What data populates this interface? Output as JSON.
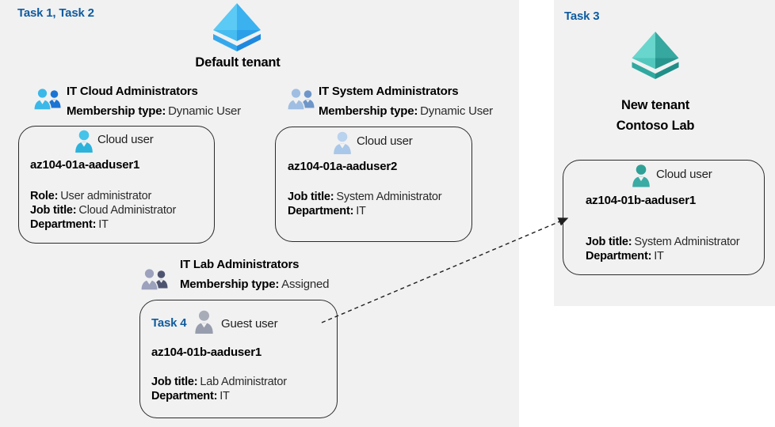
{
  "page": {
    "description": "Azure AD lab diagram with default tenant, groups, users and a new tenant",
    "colors": {
      "panel-bg": "#f1f1f2",
      "task-blue": "#0f5b9e",
      "card-border": "#2b2b2b",
      "pyr-blue-ul": "#5bcaf4",
      "pyr-blue-ur": "#3bb1ef",
      "pyr-blue-ll": "#46bcf0",
      "pyr-blue-lr": "#2b9fe8",
      "pyr-blue-band-l": "#35a8ec",
      "pyr-blue-band-r": "#1e88de",
      "pyr-teal-ul": "#68d6cc",
      "pyr-teal-ur": "#36a8a0",
      "pyr-teal-ll": "#52c7bd",
      "pyr-teal-lr": "#27968e",
      "pyr-teal-band-l": "#2fa9a0",
      "pyr-teal-band-r": "#1f8f88",
      "group-blue-front": "#3bb8e8",
      "group-blue-back": "#1b74d4",
      "group-steel-front": "#9fbee2",
      "group-steel-back": "#6e96c9",
      "group-gray-front": "#9ca1bc",
      "group-gray-back": "#4e5370",
      "user-cyan": "#2cb3dc",
      "user-cyan-head": "#45c3e8",
      "user-lightblue": "#a9c7e8",
      "user-lightblue-head": "#b9d2ee",
      "user-gray": "#979dac",
      "user-gray-head": "#a7acb8",
      "user-teal": "#3aaca4",
      "user-teal-head": "#2fa096"
    }
  },
  "left_panel": {
    "task_label": "Task 1, Task 2",
    "tenant": {
      "name": "Default tenant",
      "icon": "azure-ad-tenant-icon-blue"
    },
    "groups": [
      {
        "name": "IT Cloud Administrators",
        "membership_label": "Membership type:",
        "membership_value": "Dynamic User",
        "icon": "group-duo-icon-blue"
      },
      {
        "name": "IT System Administrators",
        "membership_label": "Membership type:",
        "membership_value": "Dynamic User",
        "icon": "group-duo-icon-steel"
      },
      {
        "name": "IT Lab Administrators",
        "membership_label": "Membership type:",
        "membership_value": "Assigned",
        "icon": "group-duo-icon-gray"
      }
    ],
    "cards": [
      {
        "user_type": "Cloud user",
        "username": "az104-01a-aaduser1",
        "fields": [
          {
            "label": "Role:",
            "value": "User administrator"
          },
          {
            "label": "Job title:",
            "value": "Cloud Administrator"
          },
          {
            "label": "Department:",
            "value": "IT"
          }
        ]
      },
      {
        "user_type": "Cloud user",
        "username": "az104-01a-aaduser2",
        "fields": [
          {
            "label": "Job title:",
            "value": "System Administrator"
          },
          {
            "label": "Department:",
            "value": "IT"
          }
        ]
      },
      {
        "task_label": "Task 4",
        "user_type": "Guest user",
        "username": "az104-01b-aaduser1",
        "fields": [
          {
            "label": "Job title:",
            "value": "Lab Administrator"
          },
          {
            "label": "Department:",
            "value": "IT"
          }
        ]
      }
    ]
  },
  "right_panel": {
    "task_label": "Task 3",
    "tenant": {
      "line1": "New tenant",
      "line2": "Contoso Lab",
      "icon": "azure-ad-tenant-icon-teal"
    },
    "card": {
      "user_type": "Cloud user",
      "username": "az104-01b-aaduser1",
      "fields": [
        {
          "label": "Job title:",
          "value": "System Administrator"
        },
        {
          "label": "Department:",
          "value": "IT"
        }
      ]
    }
  },
  "arrow": {
    "style": "dashed",
    "from": "guest-user-card",
    "to": "new-tenant-cloud-user-card"
  }
}
